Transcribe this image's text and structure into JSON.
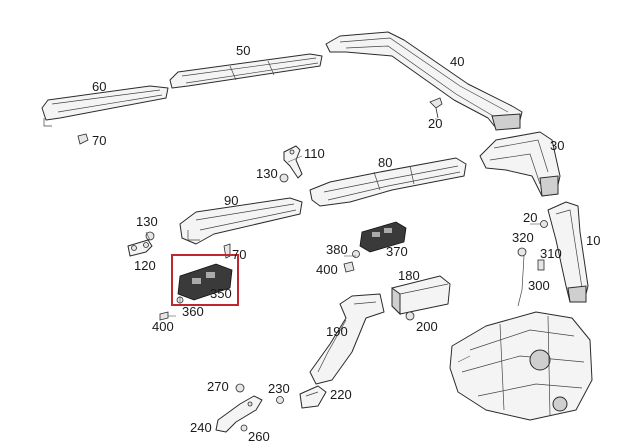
{
  "diagram": {
    "highlight_color": "#c0262d",
    "line_color": "#2b2b2b",
    "labels": {
      "p10": "10",
      "p20a": "20",
      "p20b": "20",
      "p30": "30",
      "p40": "40",
      "p50": "50",
      "p60": "60",
      "p70a": "70",
      "p70b": "70",
      "p80": "80",
      "p90": "90",
      "p110": "110",
      "p120": "120",
      "p130a": "130",
      "p130b": "130",
      "p180": "180",
      "p190": "190",
      "p200": "200",
      "p220": "220",
      "p230": "230",
      "p240": "240",
      "p260": "260",
      "p270": "270",
      "p300": "300",
      "p310": "310",
      "p320": "320",
      "p350": "350",
      "p360": "360",
      "p370": "370",
      "p380": "380",
      "p400a": "400",
      "p400b": "400"
    }
  }
}
